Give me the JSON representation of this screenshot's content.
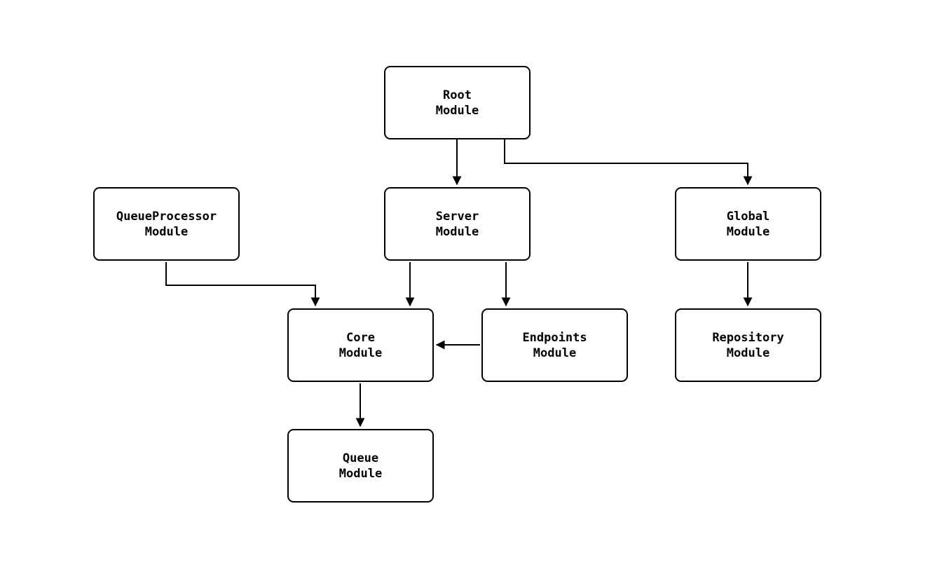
{
  "diagram": {
    "type": "flowchart",
    "colors": {
      "background": "#ffffff",
      "node_fill": "#ffffff",
      "node_border": "#000000",
      "edge": "#000000",
      "text": "#000000"
    },
    "nodes": [
      {
        "id": "root",
        "line1": "Root",
        "line2": "Module"
      },
      {
        "id": "server",
        "line1": "Server",
        "line2": "Module"
      },
      {
        "id": "global",
        "line1": "Global",
        "line2": "Module"
      },
      {
        "id": "queueprocessor",
        "line1": "QueueProcessor",
        "line2": "Module"
      },
      {
        "id": "core",
        "line1": "Core",
        "line2": "Module"
      },
      {
        "id": "endpoints",
        "line1": "Endpoints",
        "line2": "Module"
      },
      {
        "id": "repository",
        "line1": "Repository",
        "line2": "Module"
      },
      {
        "id": "queue",
        "line1": "Queue",
        "line2": "Module"
      }
    ],
    "edges": [
      {
        "from": "Root Module",
        "to": "Server Module"
      },
      {
        "from": "Root Module",
        "to": "Global Module"
      },
      {
        "from": "QueueProcessor Module",
        "to": "Core Module"
      },
      {
        "from": "Server Module",
        "to": "Core Module"
      },
      {
        "from": "Server Module",
        "to": "Endpoints Module"
      },
      {
        "from": "Endpoints Module",
        "to": "Core Module"
      },
      {
        "from": "Global Module",
        "to": "Repository Module"
      },
      {
        "from": "Core Module",
        "to": "Queue Module"
      }
    ]
  }
}
